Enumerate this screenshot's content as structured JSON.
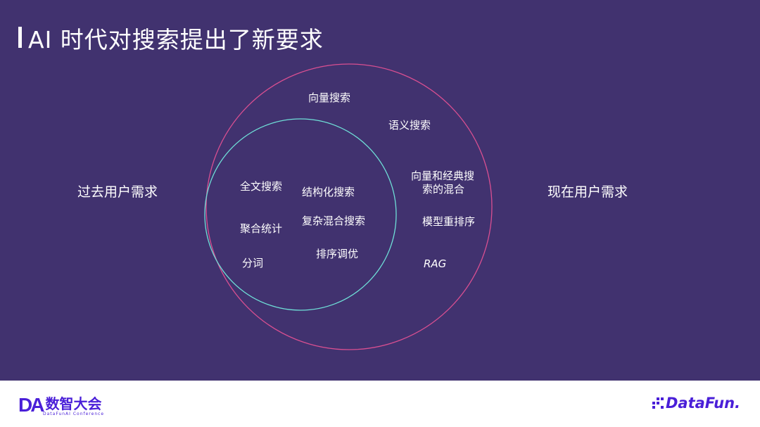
{
  "title": "AI 时代对搜索提出了新要求",
  "colors": {
    "background": "#41326f",
    "outer_circle": "#d94f91",
    "inner_circle": "#6fe0d8",
    "brand": "#4a1fd8"
  },
  "left_label": "过去用户需求",
  "right_label": "现在用户需求",
  "inner_items": [
    "全文搜索",
    "结构化搜索",
    "聚合统计",
    "复杂混合搜索",
    "分词",
    "排序调优"
  ],
  "outer_items": [
    "向量搜索",
    "语义搜索",
    "向量和经典搜",
    "索的混合",
    "模型重排序",
    "RAG"
  ],
  "footer": {
    "left_logo_mark": "DA",
    "left_logo_cn": "数智大会",
    "left_logo_en": "DataFunAI Conference",
    "right_logo": "DataFun."
  }
}
